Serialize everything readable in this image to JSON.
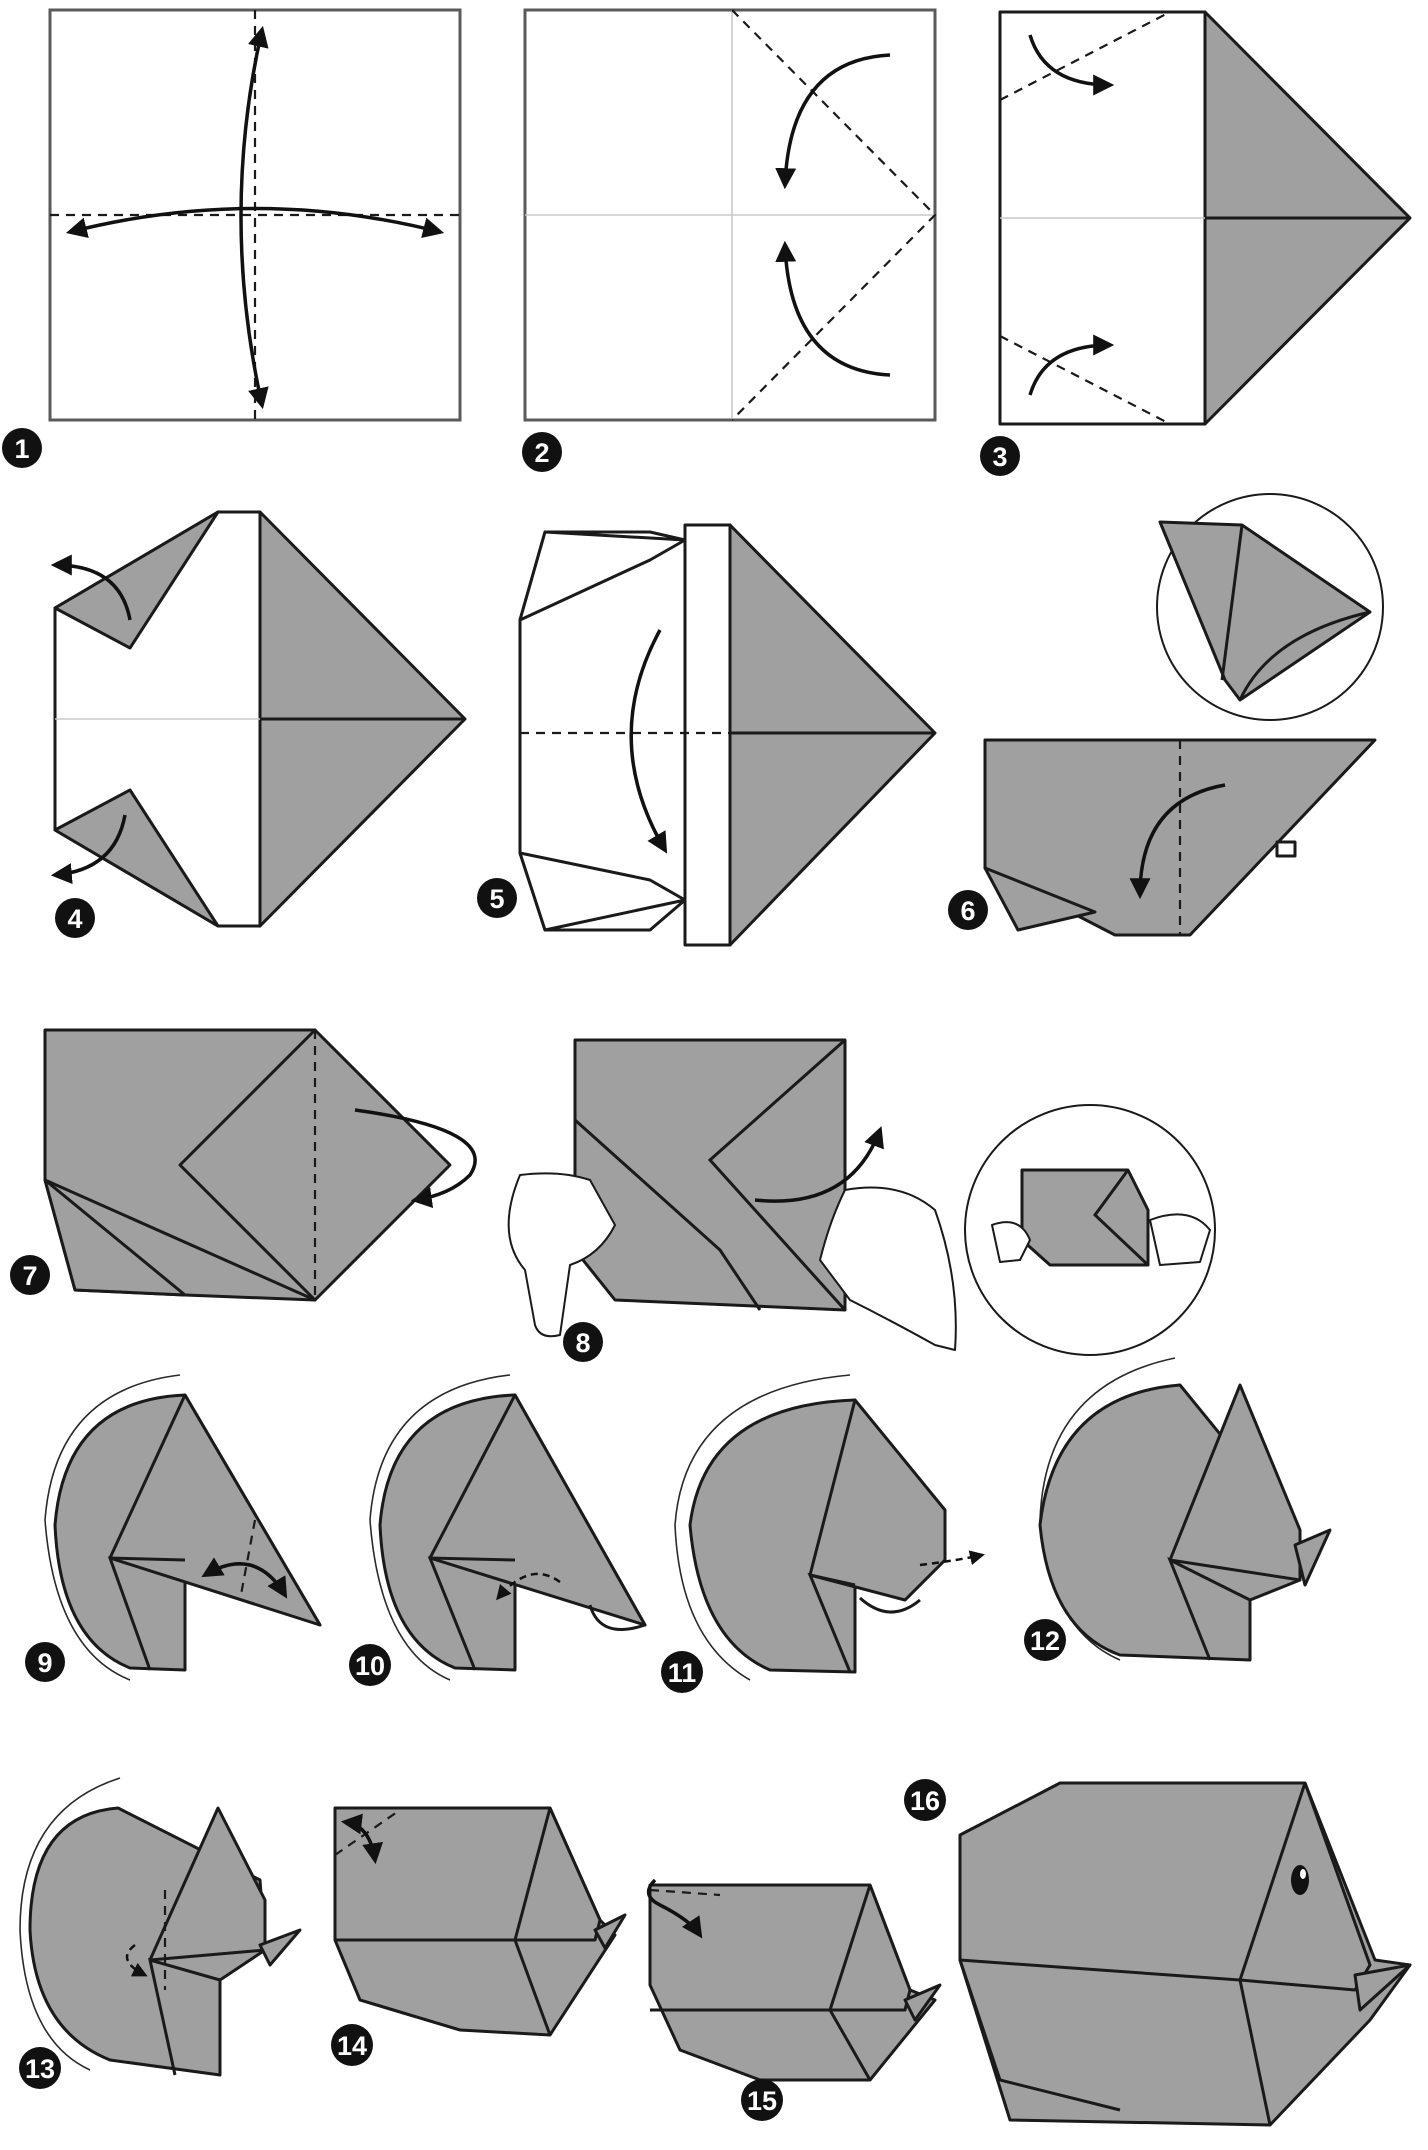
{
  "step_numbers": [
    "1",
    "2",
    "3",
    "4",
    "5",
    "6",
    "7",
    "8",
    "9",
    "10",
    "11",
    "12",
    "13",
    "14",
    "15",
    "16"
  ],
  "colors": {
    "paper": "#a0a0a0",
    "outline": "#1a1a1a",
    "label_disc": "#111111"
  },
  "icons": [
    "fold-arrow-icon",
    "hand-icon",
    "eye-icon",
    "magnify-circle-icon"
  ]
}
